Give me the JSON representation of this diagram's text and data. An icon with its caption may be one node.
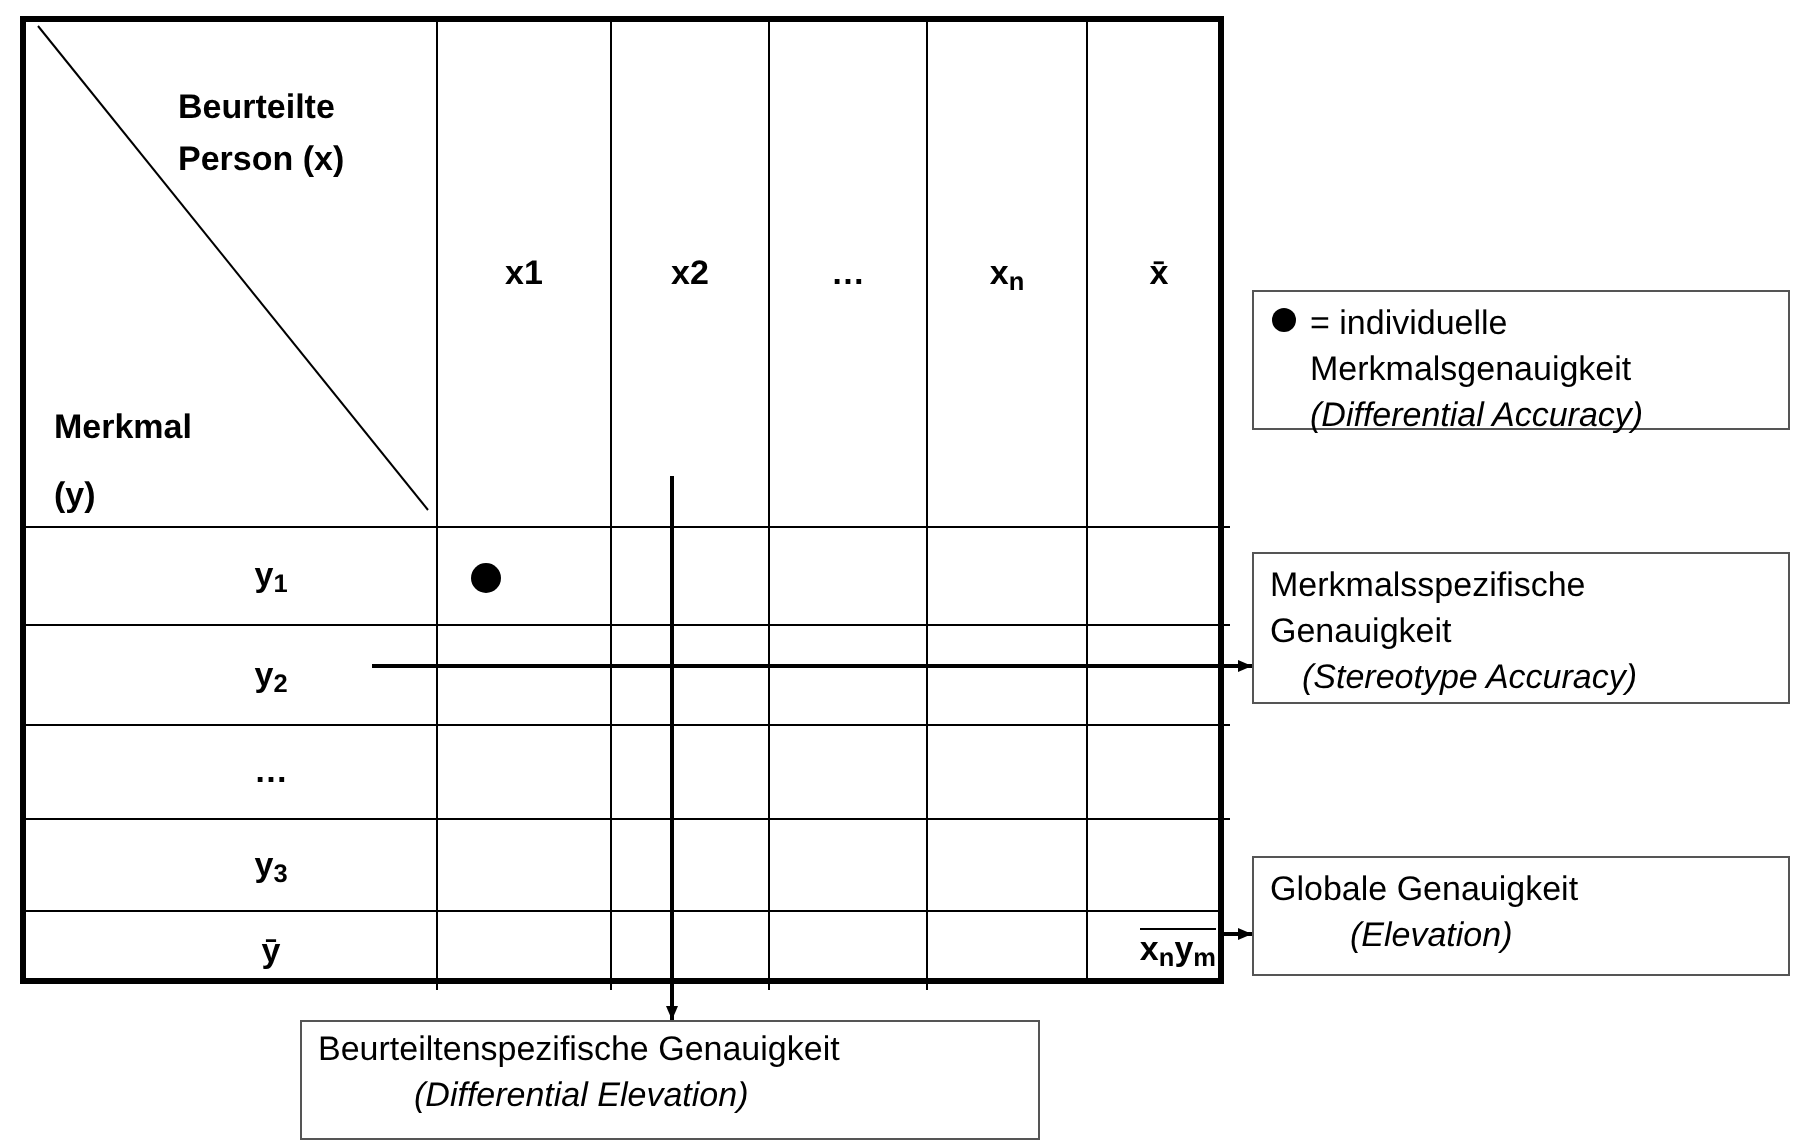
{
  "diagram": {
    "nodes": [
      {
        "text": [],
        "shape": "box"
      },
      {
        "text": [
          "x$_{n}$y$_{m}$"
        ],
        "in": 0
      },
      {
        "text": [
          "= individuelle Merkmalsgenauigkeit",
          "(Differential Accuracy)"
        ]
      },
      {
        "text": [
          "Merkmalsspezifische Genauigkeit",
          "(Stereotype Accuracy)"
        ]
      },
      {
        "text": [
          "Globale Genauigkeit",
          "(Elevation)"
        ]
      },
      {
        "text": [
          "Beurteiltenspezifische Genauigkeit",
          "(Differential Elevation)"
        ]
      }
    ],
    "edges": [
      {
        "from": null,
        "to": 3,
        "arrow": "to"
      },
      {
        "from": 1,
        "to": 4,
        "arrow": "to"
      },
      {
        "from": null,
        "to": 5,
        "arrow": "to"
      }
    ],
    "labels": [
      "Beurteilte Person (x)",
      "x1",
      "x2",
      "…",
      "x$_{n}$",
      "x̄",
      "Merkmal (y)",
      "y$_{1}$",
      "y$_{2}$",
      "…",
      "y$_{3}$",
      "ȳ"
    ]
  }
}
